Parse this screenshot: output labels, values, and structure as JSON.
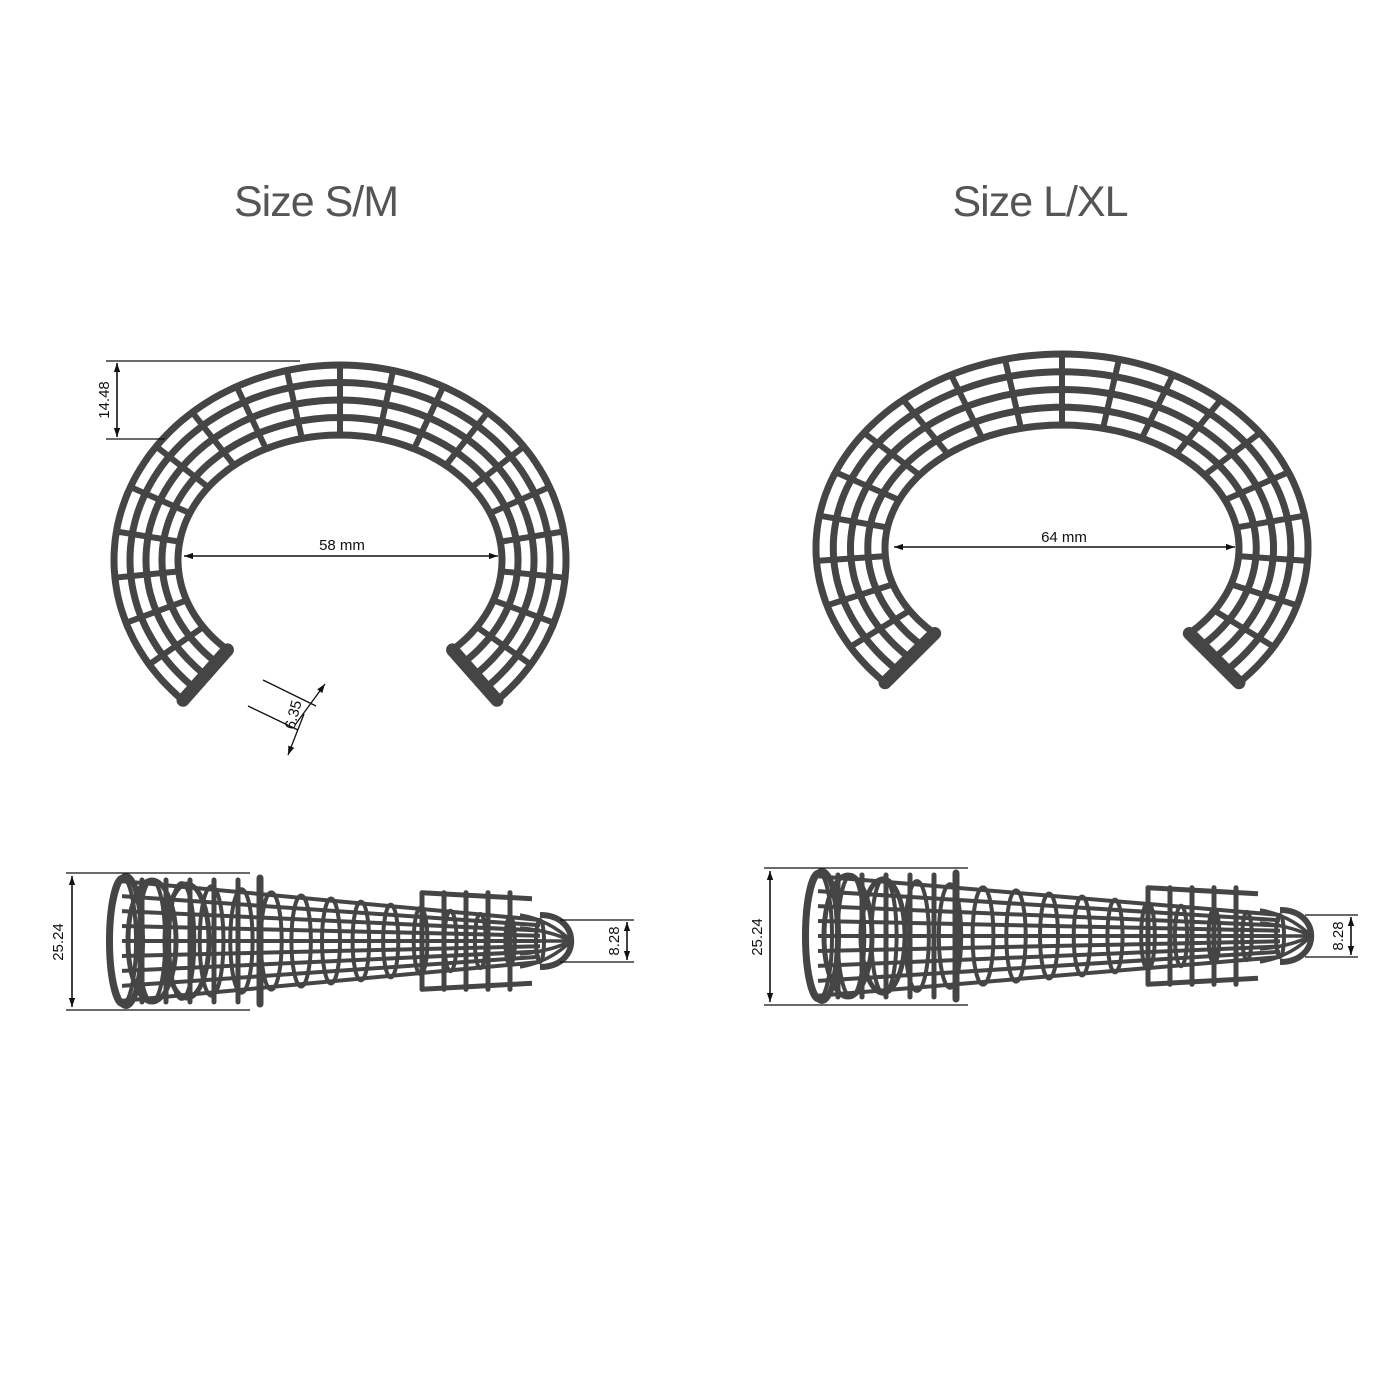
{
  "colors": {
    "background": "#ffffff",
    "wire": "#454545",
    "dimension": "#111111",
    "heading": "#555555"
  },
  "sizes": [
    {
      "title": "Size S/M",
      "inner_diameter": "58 mm",
      "band_width": "14.48",
      "tube_size": "6.35",
      "side_height": "25.24",
      "tip_height": "8.28"
    },
    {
      "title": "Size L/XL",
      "inner_diameter": "64 mm",
      "side_height": "25.24",
      "tip_height": "8.28"
    }
  ]
}
